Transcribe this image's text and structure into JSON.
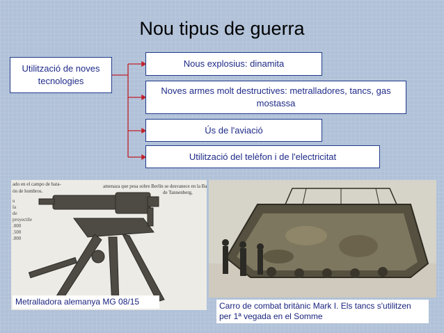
{
  "slide": {
    "title": "Nou tipus de guerra"
  },
  "diagram": {
    "main_box": {
      "lines": [
        "Utilització de noves",
        "tecnologies"
      ]
    },
    "branches": [
      {
        "lines": [
          "Nous explosius: dinamita"
        ]
      },
      {
        "lines": [
          "Noves armes molt destructives: metralladores, tancs, gas",
          "mostassa"
        ]
      },
      {
        "lines": [
          "Ús de l'aviació"
        ]
      },
      {
        "lines": [
          "Utilització del telèfon i de l'electricitat"
        ]
      }
    ],
    "colors": {
      "box_border": "#1f3a8a",
      "box_text": "#1f2a88",
      "connector": "#c0202a",
      "background": "#b0c1d8"
    }
  },
  "photos": {
    "gun": {
      "caption": "Metralladora alemanya MG 08/15",
      "scan_text": [
        "ado en el campo de bata-",
        "ón de hombros.",
        "amenaza que pesa sobre Berlín se desvanece en la Bat",
        "de Tannenberg,"
      ],
      "icon": "machine-gun-icon"
    },
    "tank": {
      "caption_lines": [
        "Carro de combat britànic Mark I. Els tancs s'utilitzen",
        "per 1ª vegada en el Somme"
      ],
      "icon": "tank-icon"
    }
  }
}
